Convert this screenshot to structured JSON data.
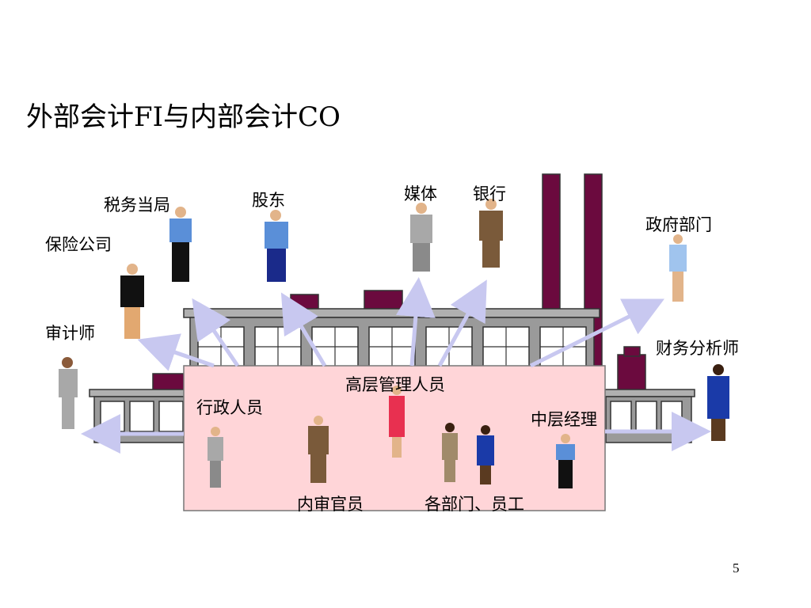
{
  "title": "外部会计FI与内部会计CO",
  "page_number": "5",
  "external": {
    "tax_authority": "税务当局",
    "shareholders": "股东",
    "media": "媒体",
    "banks": "银行",
    "government": "政府部门",
    "insurance": "保险公司",
    "auditors": "审计师",
    "financial_analysts": "财务分析师"
  },
  "internal": {
    "senior_management": "高层管理人员",
    "admin_staff": "行政人员",
    "middle_managers": "中层经理",
    "internal_auditors": "内审官员",
    "departments_staff": "各部门、员工"
  },
  "colors": {
    "chimney": "#6b0a3e",
    "building_roof": "#b0b0b0",
    "internal_box": "#ffd5d8",
    "arrow": "#c8c8f0"
  }
}
